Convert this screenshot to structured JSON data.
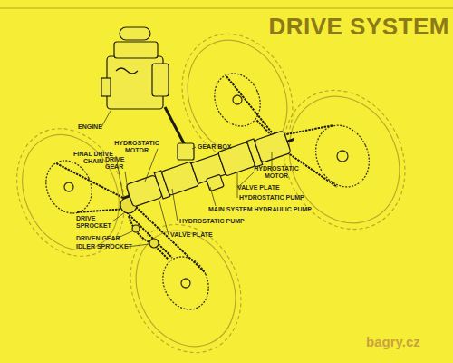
{
  "diagram": {
    "title": "DRIVE SYSTEM",
    "labels": [
      "ENGINE",
      "FINAL DRIVE CHAIN",
      "HYDROSTATIC MOTOR",
      "GEAR BOX",
      "DRIVE GEAR",
      "HYDROSTATIC MOTOR",
      "VALVE PLATE",
      "HYDROSTATIC PUMP",
      "MAIN SYSTEM HYDRAULIC PUMP",
      "DRIVE SPROCKET",
      "HYDROSTATIC PUMP",
      "VALVE PLATE",
      "DRIVEN GEAR",
      "IDLER SPROCKET",
      "bagry.cz"
    ]
  }
}
